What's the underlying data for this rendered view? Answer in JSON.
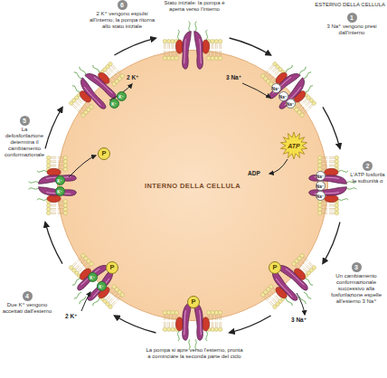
{
  "diagram": {
    "nodes": [
      {
        "text": [
          "INTERNO DELLA CELLULA"
        ]
      },
      {
        "text": [
          "ATP"
        ],
        "in": 0
      },
      {
        "text": [
          "P"
        ],
        "in": 0
      },
      {
        "text": [
          "P"
        ],
        "in": 0
      },
      {
        "text": [
          "P"
        ],
        "in": 0
      },
      {
        "text": [
          "P"
        ],
        "in": 0
      },
      {
        "text": [
          "6",
          "2 K⁺ vengono espulsi all'interno; la pompa ritorna allo stato iniziale"
        ]
      },
      {
        "text": [
          "1",
          "3 Na⁺ vengono presi dall'interno"
        ]
      },
      {
        "text": [
          "2",
          "L'ATP fosforila le subunità α"
        ]
      },
      {
        "text": [
          "5",
          "La defosforilazione determina il cambiamento conformazionale"
        ]
      },
      {
        "text": [
          "3",
          "Un cambiamento conformazionale successivo alla fosforilazione espelle all'esterno 3 Na⁺"
        ]
      },
      {
        "text": [
          "4",
          "Due K⁺ vengono accettati dall'esterno"
        ]
      }
    ],
    "labels": [
      "ESTERNO DELLA CELLULA",
      "Stato iniziale: la pompa è aperta verso l'interno",
      "2 K⁺",
      "3 Na⁺",
      "ADP",
      "3 Na⁺",
      "2 K⁺",
      "La pompa si apre verso l'esterno, pronta a cominciare la seconda parte del ciclo",
      "Na⁺",
      "Na⁺",
      "Na⁺",
      "Na⁺",
      "Na⁺",
      "Na⁺",
      "K⁺",
      "K⁺",
      "K⁺",
      "K⁺",
      "K⁺",
      "K⁺"
    ]
  }
}
